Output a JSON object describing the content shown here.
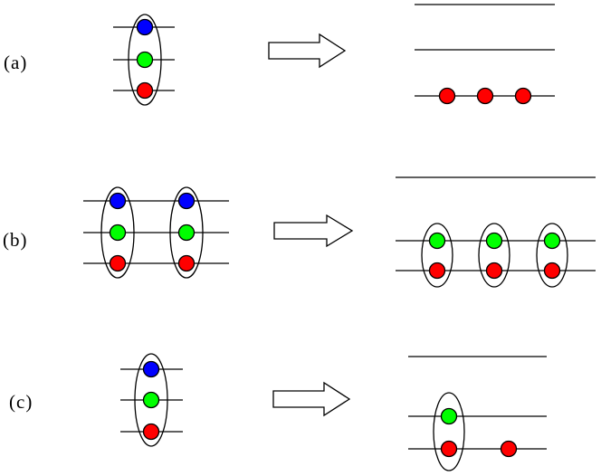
{
  "labels": {
    "a": "(a)",
    "b": "(b)",
    "c": "(c)"
  },
  "colors": {
    "blue": "#0000ff",
    "green": "#00ff00",
    "red": "#ff0000",
    "stroke": "#000000",
    "arrow_fill": "#ffffff"
  }
}
